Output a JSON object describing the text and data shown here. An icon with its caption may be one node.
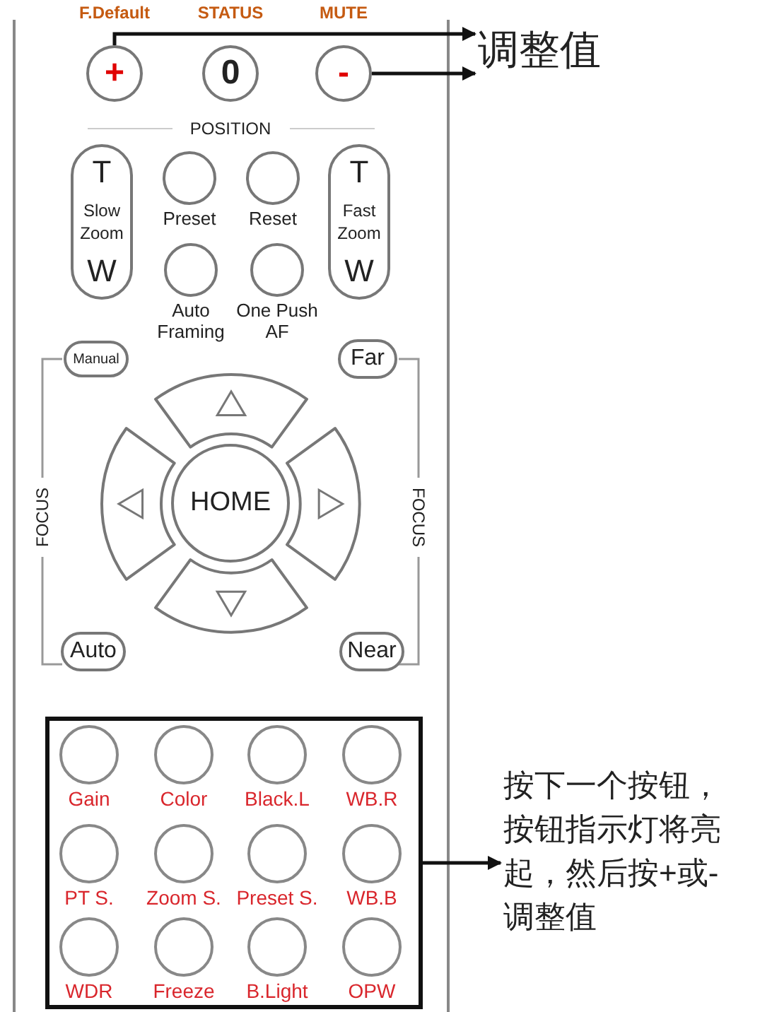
{
  "diagram": {
    "nodes": [
      {
        "text": [
          "+"
        ],
        "beside": [
          "F.Default"
        ]
      },
      {
        "text": [
          "0"
        ],
        "beside": [
          "STATUS"
        ]
      },
      {
        "text": [
          "-"
        ],
        "beside": [
          "MUTE"
        ]
      },
      {
        "text": [
          "调整值"
        ]
      },
      {
        "text": [
          "T",
          "Slow Zoom",
          "W"
        ]
      },
      {
        "text": [
          "Preset"
        ]
      },
      {
        "text": [
          "Reset"
        ]
      },
      {
        "text": [
          "T",
          "Fast Zoom",
          "W"
        ]
      },
      {
        "text": [
          "Auto Framing"
        ]
      },
      {
        "text": [
          "One Push AF"
        ]
      },
      {
        "text": [
          "Manual"
        ]
      },
      {
        "text": [
          "Far"
        ]
      },
      {
        "text": [],
        "shape": "arc"
      },
      {
        "text": [],
        "shape": "arc"
      },
      {
        "text": [
          "HOME"
        ]
      },
      {
        "text": [],
        "shape": "arc"
      },
      {
        "text": [],
        "shape": "arc"
      },
      {
        "text": [
          "Auto"
        ]
      },
      {
        "text": [
          "Near"
        ]
      },
      {
        "text": [],
        "shape": "box"
      },
      {
        "text": [
          "Gain"
        ],
        "in": 19
      },
      {
        "text": [
          "Color"
        ],
        "in": 19
      },
      {
        "text": [
          "Black.L"
        ],
        "in": 19
      },
      {
        "text": [
          "WB.R"
        ],
        "in": 19
      },
      {
        "text": [
          "PT S."
        ],
        "in": 19
      },
      {
        "text": [
          "Zoom S."
        ],
        "in": 19
      },
      {
        "text": [
          "Preset S."
        ],
        "in": 19
      },
      {
        "text": [
          "WB.B"
        ],
        "in": 19
      },
      {
        "text": [
          "WDR"
        ],
        "in": 19
      },
      {
        "text": [
          "Freeze"
        ],
        "in": 19
      },
      {
        "text": [
          "B.Light"
        ],
        "in": 19
      },
      {
        "text": [
          "OPW"
        ],
        "in": 19
      },
      {
        "text": [
          "按下一个按钮，按钮指示灯将亮起，然后按+或-调整值"
        ]
      }
    ],
    "edges": [
      {
        "from": 0,
        "to": 3,
        "arrow": "to"
      },
      {
        "from": 2,
        "to": 3,
        "arrow": "to"
      },
      {
        "from": 19,
        "to": 32,
        "arrow": "to"
      }
    ],
    "labels": [
      "POSITION",
      "FOCUS",
      "FOCUS"
    ]
  }
}
